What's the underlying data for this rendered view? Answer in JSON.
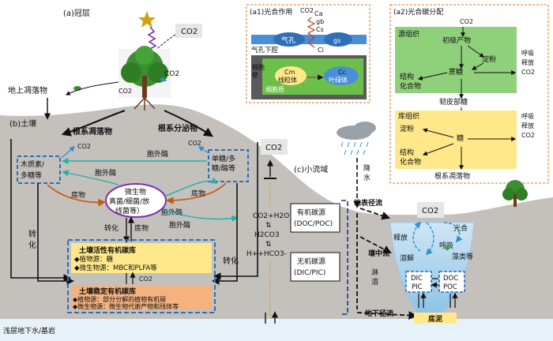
{
  "canopy": {
    "label": "(a)冠层",
    "co2": "CO2",
    "co2_b": "CO2",
    "co2_c": "CO2",
    "litter": "地上凋落物"
  },
  "a1": {
    "title": "(a1)光合作用",
    "co2": "CO2",
    "ca": "Ca",
    "gb": "gb",
    "cs": "Cs",
    "gs": "gs",
    "ci": "Ci",
    "stomata": "气孔",
    "substomatal": "气孔下腔",
    "cell_wall": "细胞壁",
    "cm": "Cm",
    "mito": "线粒体",
    "cc": "Cc",
    "chloro": "叶绿体",
    "cytoplasm": "细胞质"
  },
  "a2": {
    "title": "(a2)光合碳分配",
    "co2": "CO2",
    "source": "源组织",
    "primary": "初级产物",
    "starch": "淀粉",
    "sucrose": "蔗糖",
    "struct": "结构化合物",
    "resp": "呼吸释放CO2",
    "phloem": "韧皮部糖",
    "sink": "库组织",
    "sink_starch": "淀粉",
    "sugar": "糖",
    "sink_struct": "结构化合物",
    "sink_resp": "呼吸释放CO2",
    "root_litter": "根系凋落物"
  },
  "soil": {
    "label": "(b)土壤",
    "root_litter": "根系凋落物",
    "root_exudate": "根系分泌物",
    "co2_a": "CO2",
    "co2_b": "CO2",
    "lignin": "木质素/多糖等",
    "mono": "单糖/多糖/酶等",
    "exoenzyme_top": "胞外酶",
    "exoenzyme_mid": "胞外酶",
    "exoenzyme_r1": "胞外酶",
    "exoenzyme_r2": "胞外酶",
    "substrate_l": "底物",
    "substrate_r": "底物",
    "substrate_c": "底物",
    "microbe": "微生物真菌/细菌/放线菌等",
    "transform_c": "转化",
    "transform_l": "转化",
    "transform_r": "转化",
    "active_title": "土壤活性有机碳库",
    "active_1": "◆植物源：糖",
    "active_2": "◆微生物源：MBC和PLFA等",
    "co2_pool": "CO2",
    "stable_title": "土壤稳定有机碳库",
    "stable_1": "◆植物源：部分分解的植物有机碳",
    "stable_2": "◆微生物源：微生物代谢产物和残体等"
  },
  "water": {
    "label": "(c)小流域",
    "co2_top": "CO2",
    "eq1": "CO2+H2O",
    "eq2": "⇅",
    "eq3": "H2CO3",
    "eq4": "⇅",
    "eq5": "H++HCO3-",
    "org1": "有机碳源",
    "org2": "(DOC/POC)",
    "inorg1": "无机碳源",
    "inorg2": "(DIC/PIC)",
    "rain": "降水",
    "surface": "地表径流",
    "interflow": "壤中流",
    "leach": "淋溶",
    "subsurface": "地下径流",
    "co2_stream": "CO2",
    "release": "释放",
    "dissolve": "溶解",
    "photo": "光合",
    "respire": "呼吸",
    "algae": "藻类等",
    "dic1": "DIC",
    "dic2": "PIC",
    "doc1": "DOC",
    "doc2": "POC",
    "sediment": "底泥",
    "groundwater": "浅层地下水/基岩"
  },
  "colors": {
    "soil": "#c4c0bc",
    "blue": "#2f6fb5",
    "green_box": "#8fd07a",
    "yellow_box": "#ffe88a",
    "orange_box": "#f3b27e",
    "arrow_brown": "#c55a11",
    "arrow_teal": "#20b2aa"
  }
}
